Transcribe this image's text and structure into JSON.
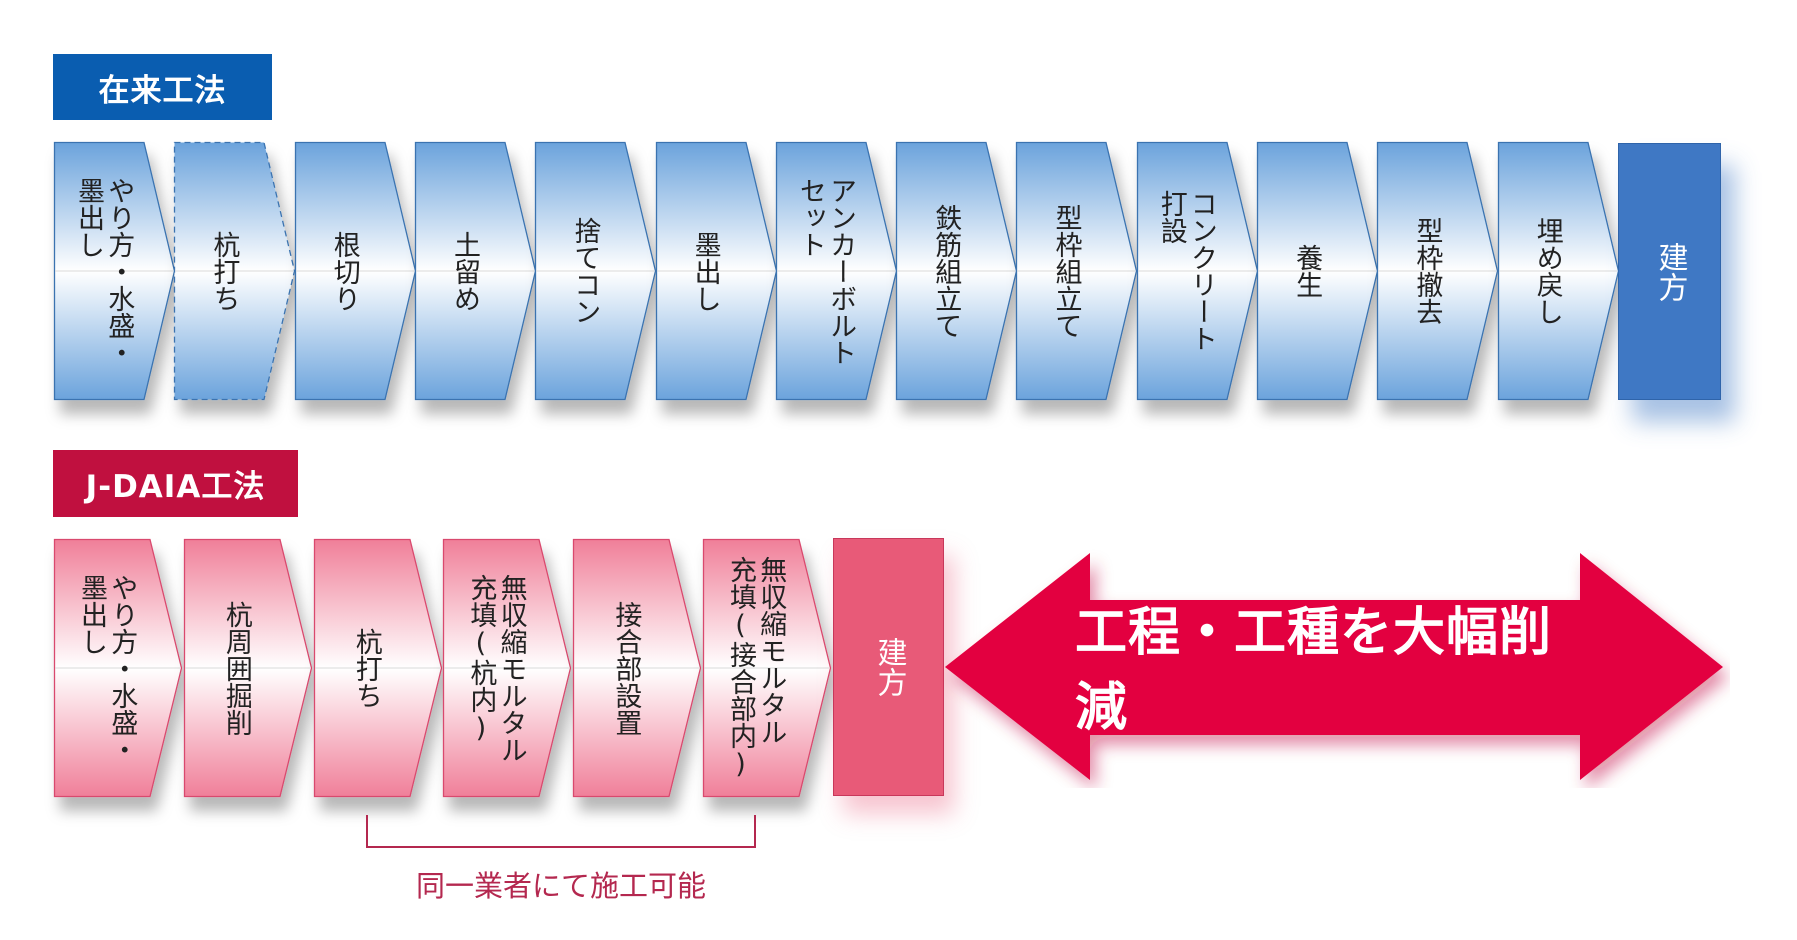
{
  "conventional": {
    "title": "在来工法",
    "steps": [
      {
        "label": "やり方・水盛・\n墨出し",
        "dashed": false
      },
      {
        "label": "杭打ち",
        "dashed": true
      },
      {
        "label": "根切り",
        "dashed": false
      },
      {
        "label": "土留め",
        "dashed": false
      },
      {
        "label": "捨てコン",
        "dashed": false
      },
      {
        "label": "墨出し",
        "dashed": false
      },
      {
        "label": "アンカーボルト\nセット",
        "dashed": false
      },
      {
        "label": "鉄筋組立て",
        "dashed": false
      },
      {
        "label": "型枠組立て",
        "dashed": false
      },
      {
        "label": "コンクリート\n打設",
        "dashed": false
      },
      {
        "label": "養生",
        "dashed": false
      },
      {
        "label": "型枠撤去",
        "dashed": false
      },
      {
        "label": "埋め戻し",
        "dashed": false
      }
    ],
    "final_step": "建方",
    "colors": {
      "label_bg": "#0a5db0",
      "step_fill": "#6ba3dc",
      "step_border": "#3a73b0",
      "final_bg": "#3f78c4"
    }
  },
  "jdaia": {
    "title": "J-DAIA工法",
    "steps": [
      {
        "label": "やり方・水盛・\n墨出し"
      },
      {
        "label": "杭周囲掘削"
      },
      {
        "label": "杭打ち"
      },
      {
        "label": "無収縮モルタル\n充填(杭内)"
      },
      {
        "label": "接合部設置"
      },
      {
        "label": "無収縮モルタル\n充填(接合部内)"
      }
    ],
    "final_step": "建方",
    "colors": {
      "label_bg": "#c0103f",
      "step_fill": "#f07f99",
      "step_border": "#d94a6e",
      "final_bg": "#e85a78"
    }
  },
  "reduction_arrow": {
    "text": "工程・工種を大幅削減",
    "color": "#e3003f"
  },
  "bracket_note": "同一業者にて施工可能"
}
